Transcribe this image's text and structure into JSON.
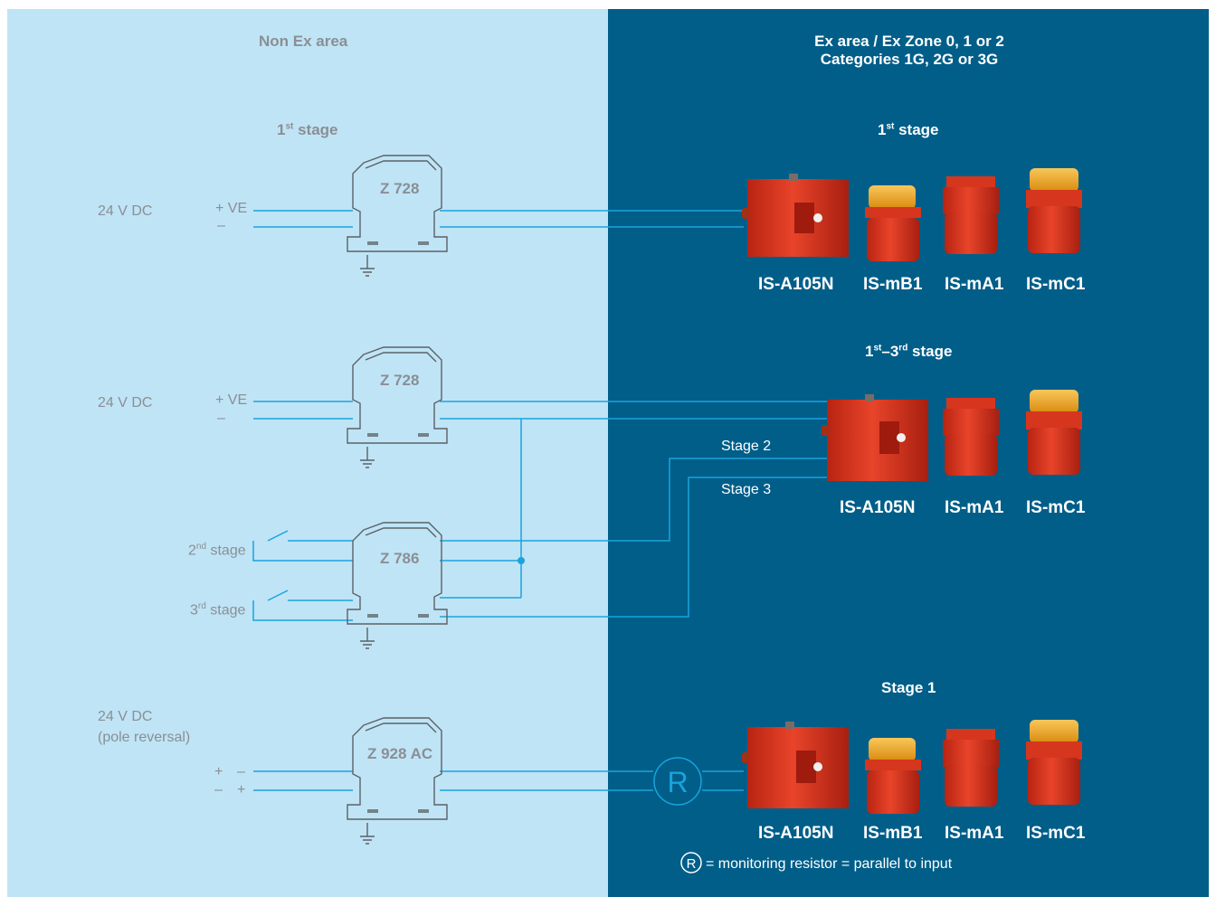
{
  "left_area": {
    "title": "Non Ex area",
    "stage1_prefix": "1",
    "stage1_sup": "st",
    "stage1_suffix": " stage",
    "power1": "24 V DC",
    "power2": "24 V DC",
    "power3_line1": "24 V DC",
    "power3_line2": "(pole reversal)",
    "plus_ve": "+ VE",
    "minus": "–",
    "plus": "+",
    "stage2_prefix": "2",
    "stage2_sup": "nd",
    "stage2_suffix": " stage",
    "stage3_prefix": "3",
    "stage3_sup": "rd",
    "stage3_suffix": " stage"
  },
  "right_area": {
    "title_line1": "Ex area / Ex Zone 0, 1 or 2",
    "title_line2": "Categories 1G, 2G or 3G",
    "section1_prefix": "1",
    "section1_sup": "st",
    "section1_suffix": " stage",
    "section2_a": "1",
    "section2_a_sup": "st",
    "section2_mid": "–3",
    "section2_b_sup": "rd",
    "section2_suffix": " stage",
    "section3": "Stage 1",
    "stage2_wire": "Stage 2",
    "stage3_wire": "Stage 3",
    "resistor_symbol": "R",
    "footnote": "= monitoring resistor = parallel to input"
  },
  "barriers": [
    "Z 728",
    "Z 728",
    "Z 786",
    "Z 928 AC"
  ],
  "devices": {
    "row1": [
      "IS-A105N",
      "IS-mB1",
      "IS-mA1",
      "IS-mC1"
    ],
    "row2": [
      "IS-A105N",
      "IS-mA1",
      "IS-mC1"
    ],
    "row3": [
      "IS-A105N",
      "IS-mB1",
      "IS-mA1",
      "IS-mC1"
    ]
  },
  "colors": {
    "non_ex_bg": "#bfe4f6",
    "ex_bg": "#005e89",
    "wire": "#1aa3dd",
    "device_red": "#e23b1e",
    "beacon_amber": "#f2a51a"
  }
}
